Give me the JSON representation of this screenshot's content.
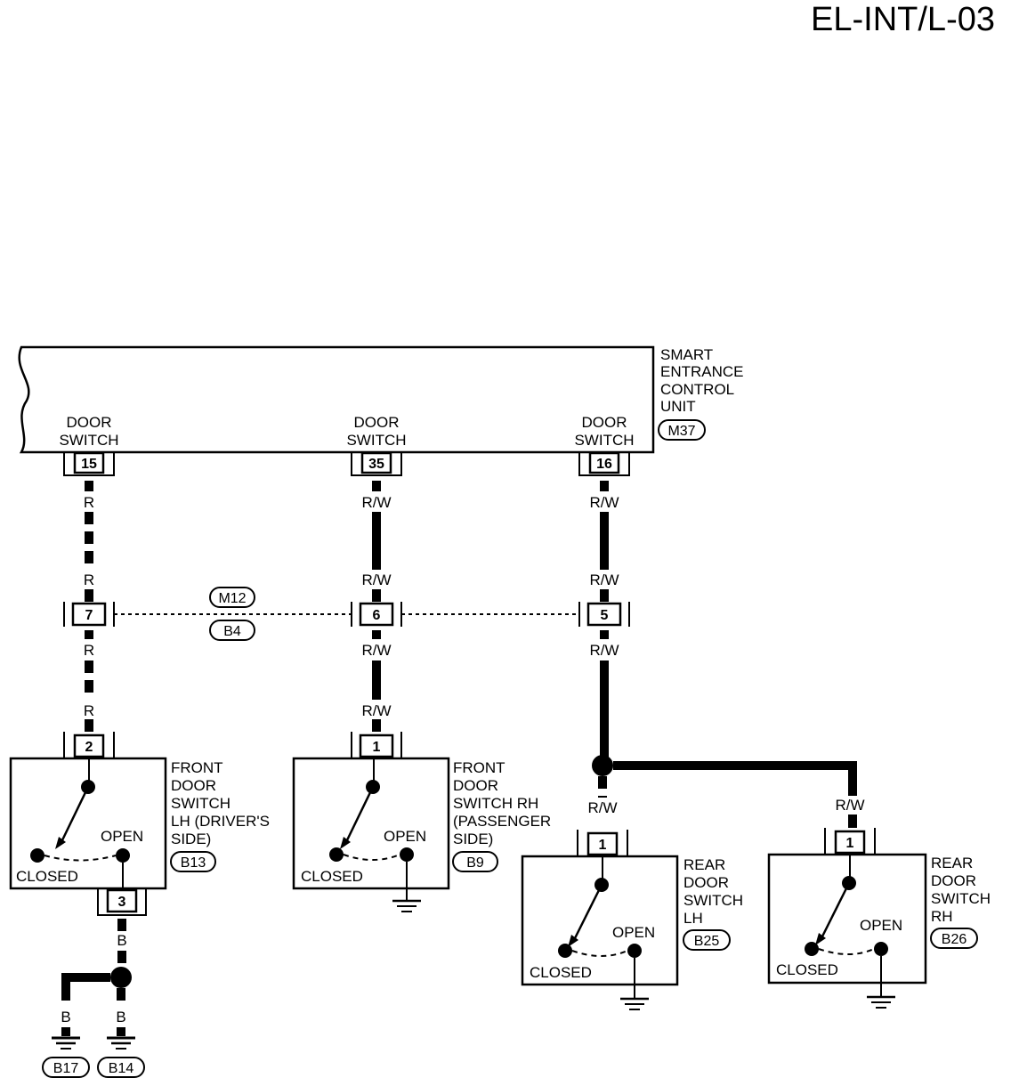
{
  "page_id": "EL-INT/L-03",
  "control_unit": {
    "name_lines": [
      "SMART",
      "ENTRANCE",
      "CONTROL",
      "UNIT"
    ],
    "connector": "M37",
    "terminals": [
      {
        "label_lines": [
          "DOOR",
          "SWITCH"
        ],
        "pin": "15"
      },
      {
        "label_lines": [
          "DOOR",
          "SWITCH"
        ],
        "pin": "35"
      },
      {
        "label_lines": [
          "DOOR",
          "SWITCH"
        ],
        "pin": "16"
      }
    ]
  },
  "junction_connector": {
    "top": "M12",
    "bottom": "B4",
    "pins": [
      "7",
      "6",
      "5"
    ]
  },
  "wire_colors": {
    "lh": "R",
    "rh": "R/W",
    "rear": "R/W",
    "ground": "B"
  },
  "switches": {
    "front_lh": {
      "name_lines": [
        "FRONT",
        "DOOR",
        "SWITCH",
        "LH (DRIVER'S",
        "SIDE)"
      ],
      "connector": "B13",
      "pin_top": "2",
      "pin_bottom": "3",
      "open_label": "OPEN",
      "closed_label": "CLOSED"
    },
    "front_rh": {
      "name_lines": [
        "FRONT",
        "DOOR",
        "SWITCH RH",
        "(PASSENGER",
        "SIDE)"
      ],
      "connector": "B9",
      "pin_top": "1",
      "open_label": "OPEN",
      "closed_label": "CLOSED"
    },
    "rear_lh": {
      "name_lines": [
        "REAR",
        "DOOR",
        "SWITCH",
        "LH"
      ],
      "connector": "B25",
      "pin_top": "1",
      "open_label": "OPEN",
      "closed_label": "CLOSED"
    },
    "rear_rh": {
      "name_lines": [
        "REAR",
        "DOOR",
        "SWITCH",
        "RH"
      ],
      "connector": "B26",
      "pin_top": "1",
      "open_label": "OPEN",
      "closed_label": "CLOSED"
    }
  },
  "grounds": [
    "B17",
    "B14"
  ]
}
